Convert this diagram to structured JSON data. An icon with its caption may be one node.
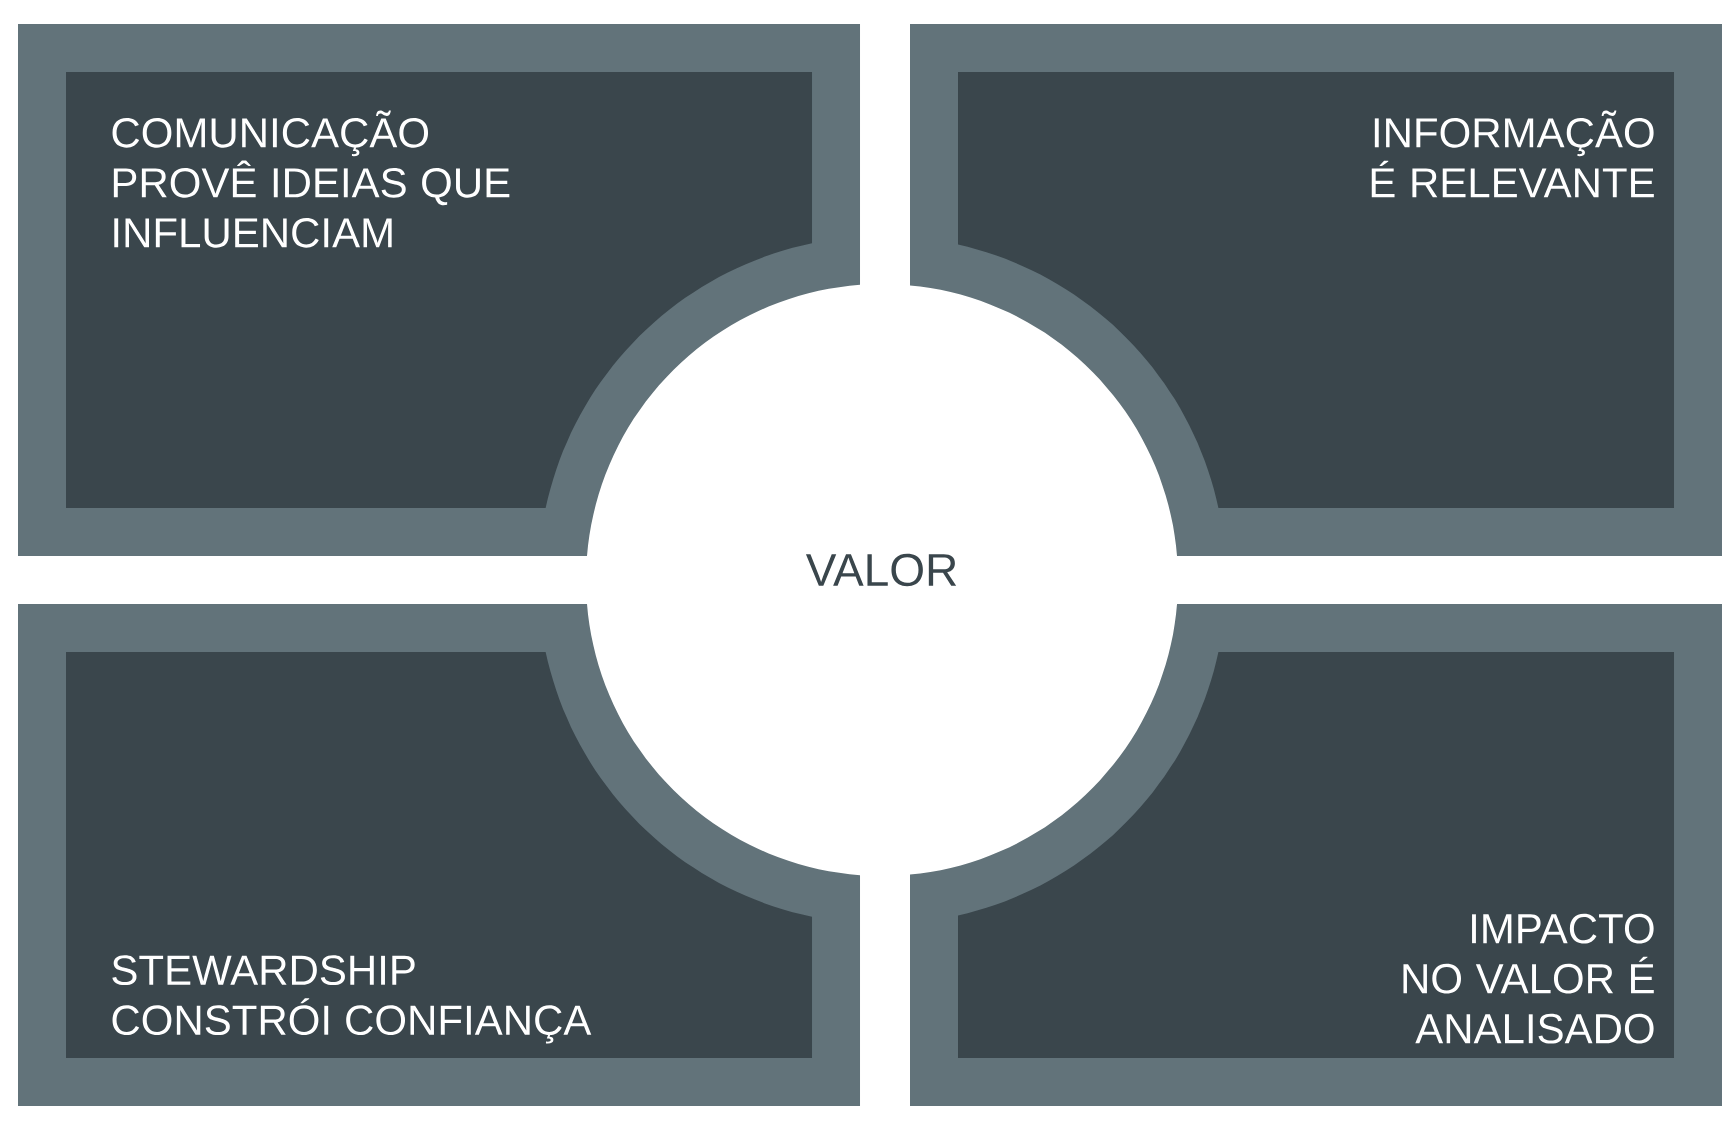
{
  "diagram": {
    "nodes": [
      {
        "text": [
          "COMUNICAÇÃO PROVÊ IDEIAS QUE INFLUENCIAM"
        ]
      },
      {
        "text": [
          "INFORMAÇÃO É RELEVANTE"
        ]
      },
      {
        "text": [
          "VALOR"
        ]
      },
      {
        "text": [
          "STEWARDSHIP CONSTRÓI CONFIANÇA"
        ]
      },
      {
        "text": [
          "IMPACTO NO VALOR É ANALISADO"
        ]
      }
    ]
  }
}
